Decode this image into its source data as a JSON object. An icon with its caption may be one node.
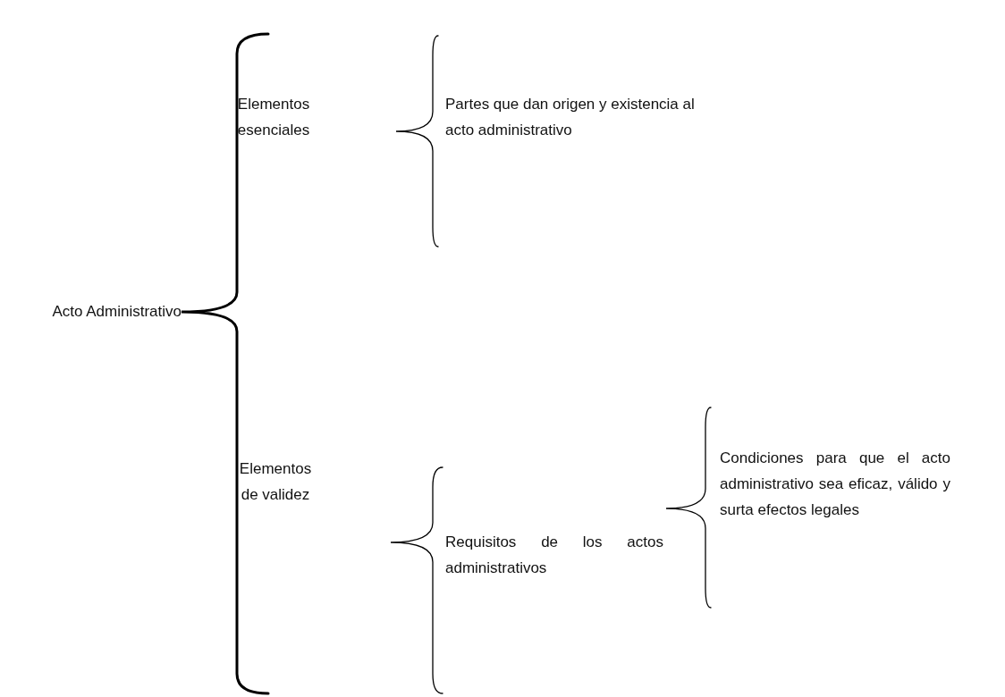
{
  "diagram": {
    "labels": [
      "Elementos esenciales",
      "Partes que dan origen y existencia al acto administrativo",
      "Acto Administrativo",
      "Elementos de validez",
      "Requisitos de los actos administrativos",
      "Condiciones para que el acto administrativo sea eficaz, válido y surta efectos legales"
    ]
  }
}
